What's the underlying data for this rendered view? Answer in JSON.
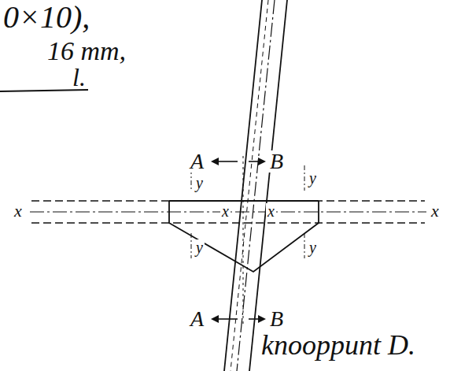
{
  "diagram": {
    "labels": [
      "0×10),",
      "16 mm,",
      "l.",
      "A",
      "B",
      "y",
      "y",
      "x",
      "x",
      "x",
      "x",
      "y",
      "y",
      "A",
      "B",
      "knooppunt D."
    ]
  }
}
